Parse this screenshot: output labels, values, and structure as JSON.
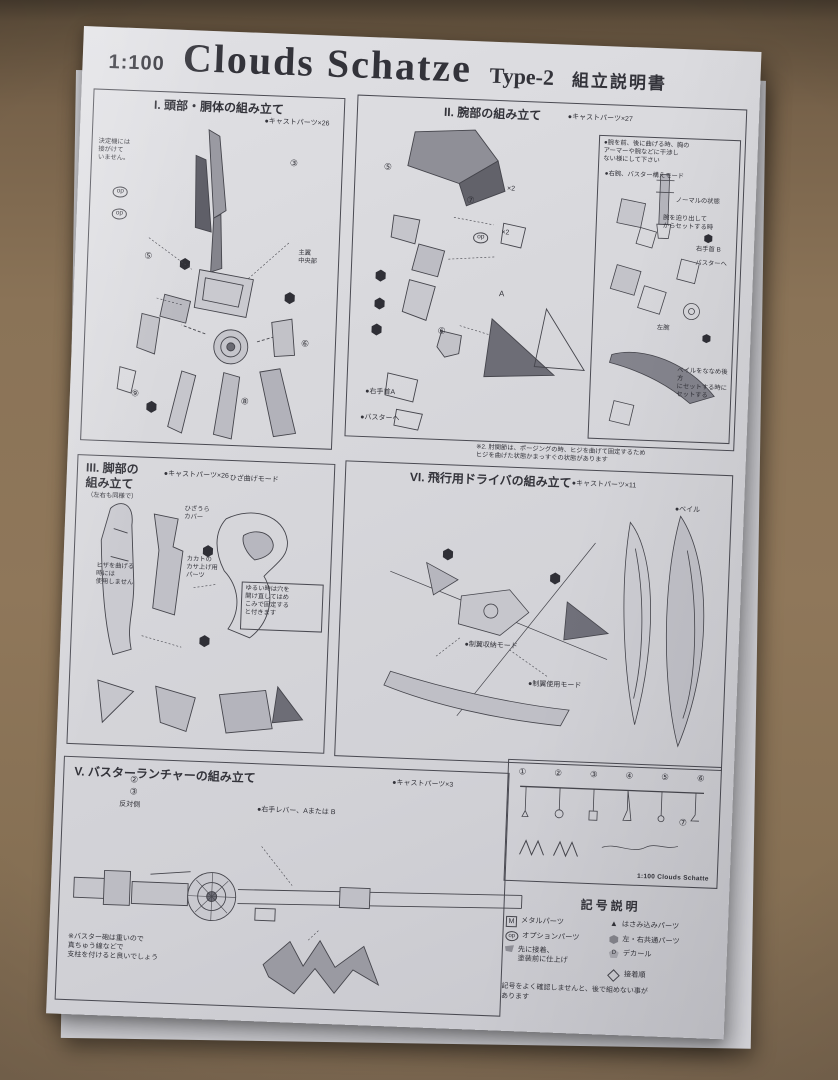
{
  "header": {
    "scale": "1:100",
    "title": "Clouds Schatze",
    "subtitle": "Type-2",
    "doc_type": "組立説明書"
  },
  "panel1": {
    "title": "I. 頭部・胴体の組み立て",
    "cast": "●キャストパーツ×26",
    "note_left": "決定機には\n接がけて\nいません。",
    "op": "op",
    "label_wing": "主翼\n中央部",
    "nums": [
      "③",
      "⑤",
      "⑥",
      "⑨",
      "⑧"
    ]
  },
  "panel2": {
    "title": "II. 腕部の組み立て",
    "cast": "●キャストパーツ×27",
    "op": "op",
    "x2a": "×2",
    "x2b": "×2",
    "letter_a": "A",
    "wrist_a": "●右手首A",
    "buster_a": "●バスターへ",
    "nums": [
      "⑤",
      "⑦",
      "⑥"
    ],
    "sub": {
      "mode": "●右腕、バスター構えモード",
      "para": "●腕を前、後に曲げる時、胸の\nアーマーや腕などに干渉し\nない様にして下さい",
      "normal": "ノーマルの状態",
      "set_note": "腕を迫り出して\nからセットする時",
      "wrist_b": "右手首 B",
      "buster": "バスターへ",
      "left_arm": "左腕",
      "veil_note": "ベイルをななめ後方\nにセットする時に\nセットする"
    },
    "footnote": "※2. 肘関節は、ポージングの時、ヒジを曲げて固定するため\nヒジを曲げた状態かまっすぐの状態があります"
  },
  "panel3": {
    "title": "III. 脚部の\n組み立て",
    "subtitle": "（左右も同様で）",
    "cast": "●キャストパーツ×26",
    "knee_mode": "ひざ曲げモード",
    "knee_cover": "ひざうら\nカバー",
    "no_use": "ヒザを曲げる\n時には\n使用しません",
    "heel": "カカトの\nカサ上げ用\nパーツ",
    "note_box": "ゆるい時は穴を\n開け直してはめ\nこみで固定する\nと付きます"
  },
  "panel6": {
    "title": "VI. 飛行用ドライバの組み立て",
    "cast": "●キャストパーツ×11",
    "veil": "●ベイル",
    "mode1": "●制翼収納モード",
    "mode2": "●制翼使用モード"
  },
  "panel5": {
    "title": "V. バスターランチャーの組み立て",
    "cast": "●キャストパーツ×3",
    "opposite": "反対側",
    "lever": "●右手レバー、Aまたは B",
    "note": "※バスター砲は重いので\n真ちゅう線などで\n支柱を付けると良いでしょう",
    "nums": [
      "②",
      "③"
    ]
  },
  "runner": {
    "numbers": [
      "①",
      "②",
      "③",
      "④",
      "⑤",
      "⑥"
    ],
    "num7": "⑦",
    "caption": "1:100 Clouds Schatte"
  },
  "legend": {
    "title": "記号説明",
    "left": [
      {
        "sym": "M",
        "label": "メタルパーツ"
      },
      {
        "sym": "op",
        "label": "オプションパーツ"
      },
      {
        "sym": "",
        "label": "先に接着、\n塗装前に仕上げ"
      }
    ],
    "right": [
      {
        "sym": "▲",
        "label": "はさみ込みパーツ"
      },
      {
        "sym": "",
        "label": "左・右共通パーツ"
      },
      {
        "sym": "D",
        "label": "デカール"
      },
      {
        "sym": "",
        "label": "接着順"
      }
    ],
    "footer": "記号をよく確認しませんと、後で組めない事が\nあります"
  }
}
